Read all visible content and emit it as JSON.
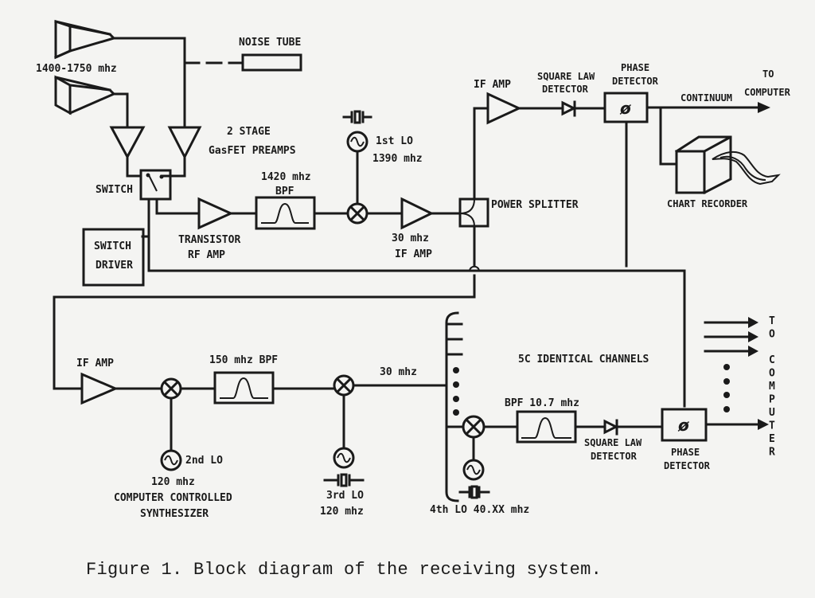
{
  "figure": {
    "caption": "Figure 1. Block diagram of the receiving system.",
    "ink_color": "#1a1a1a",
    "paper_color": "#f4f4f2"
  },
  "labels": {
    "horn_band": "1400-1750 mhz",
    "noise_tube": "NOISE TUBE",
    "preamps_line1": "2 STAGE",
    "preamps_line2": "GasFET PREAMPS",
    "switch": "SWITCH",
    "switch_driver_line1": "SWITCH",
    "switch_driver_line2": "DRIVER",
    "rf_amp_line1": "TRANSISTOR",
    "rf_amp_line2": "RF AMP",
    "bpf1_line1": "1420 mhz",
    "bpf1_line2": "BPF",
    "lo1_line1": "1st LO",
    "lo1_line2": "1390 mhz",
    "if_amp1_line1": "30 mhz",
    "if_amp1_line2": "IF AMP",
    "power_splitter": "POWER SPLITTER",
    "if_amp_top": "IF AMP",
    "sq_law_top_line1": "SQUARE LAW",
    "sq_law_top_line2": "DETECTOR",
    "phase_top_line1": "PHASE",
    "phase_top_line2": "DETECTOR",
    "phase_symbol": "ø",
    "continuum": "CONTINUUM",
    "to_computer_top_line1": "TO",
    "to_computer_top_line2": "COMPUTER",
    "chart_recorder": "CHART  RECORDER",
    "if_amp2": "IF AMP",
    "bpf2": "150 mhz  BPF",
    "lo2_name": "2nd LO",
    "lo2_freq": "120 mhz",
    "lo2_desc_line1": "COMPUTER CONTROLLED",
    "lo2_desc_line2": "SYNTHESIZER",
    "lo3_name": "3rd LO",
    "lo3_freq": "120  mhz",
    "freq_30": "30 mhz",
    "channels": "5C  IDENTICAL  CHANNELS",
    "bpf3": "BPF  10.7 mhz",
    "sq_law_bot_line1": "SQUARE LAW",
    "sq_law_bot_line2": "DETECTOR",
    "phase_bot_line1": "PHASE",
    "phase_bot_line2": "DETECTOR",
    "lo4": "4th LO 40.XX mhz",
    "to_computer_vertical": [
      "T",
      "O",
      "",
      "C",
      "O",
      "M",
      "P",
      "U",
      "T",
      "E",
      "R"
    ]
  }
}
